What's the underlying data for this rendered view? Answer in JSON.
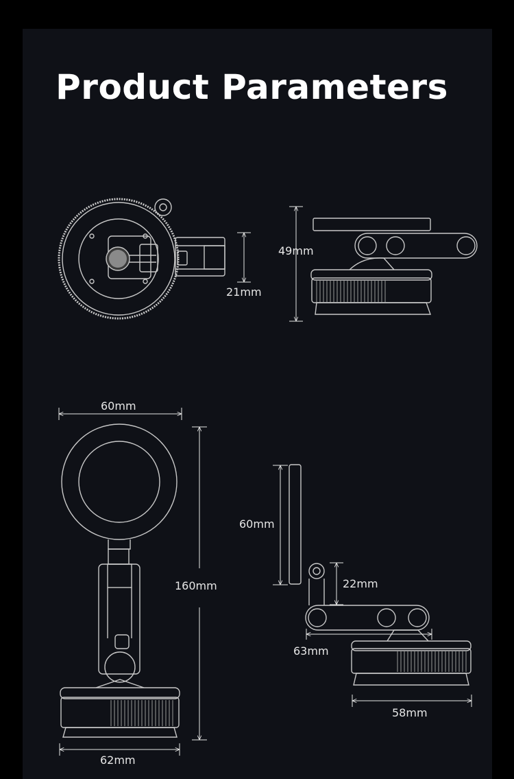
{
  "page": {
    "title": "Product Parameters"
  },
  "colors": {
    "background": "#000000",
    "panel": "#0f1117",
    "outline": "#c8c8c8",
    "dimension": "#e6e6e6"
  },
  "dimensions": {
    "top_view_height": "21mm",
    "side_view_height": "49mm",
    "front_width": "60mm",
    "front_height": "160mm",
    "base_width": "62mm",
    "side_plate_height": "60mm",
    "side_knuckle_height": "22mm",
    "side_arm_length": "63mm",
    "side_base_width": "58mm"
  }
}
